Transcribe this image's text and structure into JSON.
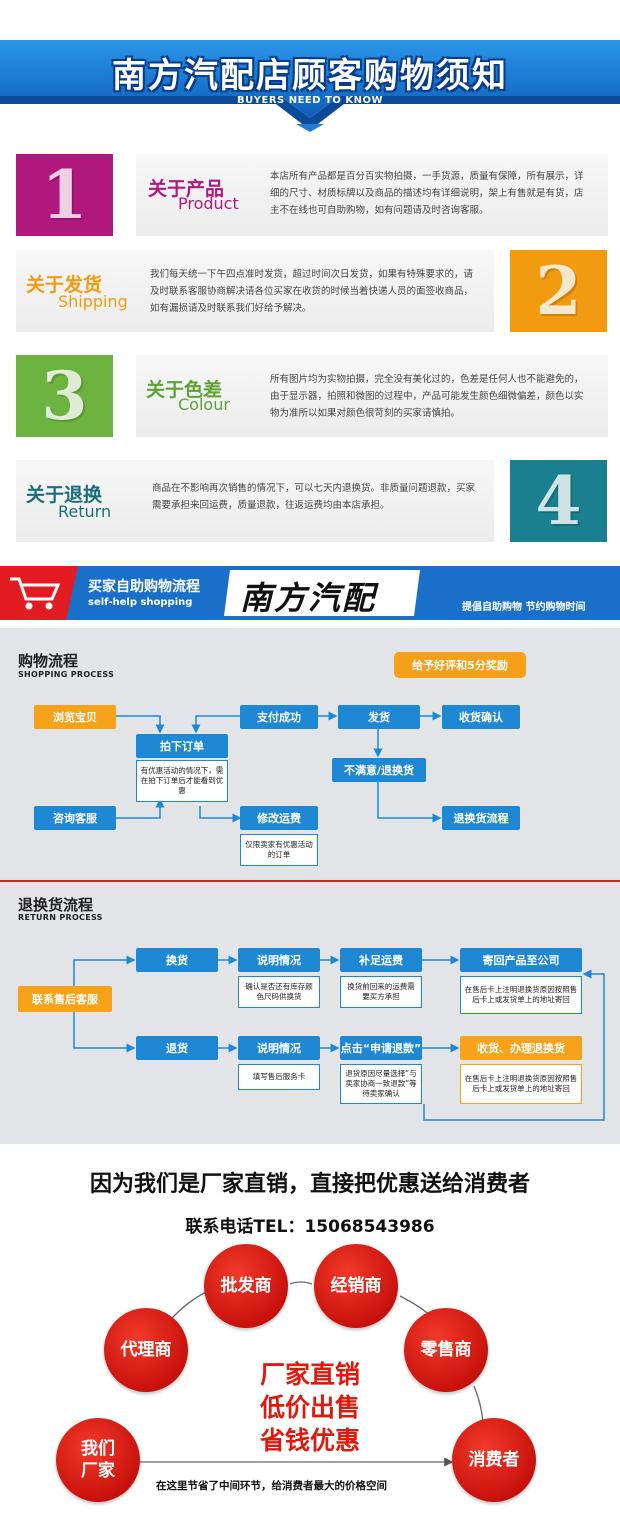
{
  "banner": {
    "title": "南方汽配店顾客购物须知",
    "subtitle": "BUYERS NEED TO KNOW"
  },
  "notices": [
    {
      "num": "1",
      "cn": "关于产品",
      "en": "Product",
      "color": "#b0187e",
      "desc": "本店所有产品都是百分百实物拍摄，一手货源，质量有保障，所有展示，详细的尺寸、材质标牌以及商品的描述均有详细说明，架上有售就是有货，店主不在线也可自助购物，如有问题请及时咨询客服。"
    },
    {
      "num": "2",
      "cn": "关于发货",
      "en": "Shipping",
      "color": "#f29b10",
      "desc": "我们每天统一下午四点准时发货，超过时间次日发货，如果有特殊要求的，请及时联系客服协商解决请各位买家在收货的时候当着快递人员的面签收商品，如有漏损请及时联系我们好给予解决。"
    },
    {
      "num": "3",
      "cn": "关于色差",
      "en": "Colour",
      "color": "#6db33f",
      "desc": "所有图片均为实物拍摄，完全没有美化过的，色差是任何人也不能避免的，由于显示器，拍照和微图的过程中，产品可能发生颜色细微偏差，颜色以实物为准所以如果对颜色很苛刻的买家请慎拍。"
    },
    {
      "num": "4",
      "cn": "关于退换",
      "en": "Return",
      "color": "#1a7f8e",
      "desc": "商品在不影响再次销售的情况下，可以七天内退换货。非质量问题退款，买家需要承担来回运费，质量退款，往返运费均由本店承担。"
    }
  ],
  "selfhelp": {
    "cn": "买家自助购物流程",
    "en": "self-help shopping",
    "brand": "南方汽配",
    "slogan": "提倡自助购物 节约购物时间"
  },
  "shopping": {
    "title": "购物流程",
    "en": "SHOPPING PROCESS",
    "reward": "给予好评和5分奖励",
    "browse": "浏览宝贝",
    "consult": "咨询客服",
    "order": "拍下订单",
    "order_note": "有优惠活动的情况下，需在拍下订单后才能看到优惠",
    "pay": "支付成功",
    "modify": "修改运费",
    "modify_note": "仅限卖家有优惠活动的订单",
    "ship": "发货",
    "unsatisfied": "不满意/退换货",
    "receive": "收货确认",
    "return_flow": "退换货流程"
  },
  "returns": {
    "title": "退换货流程",
    "en": "RETURN PROCESS",
    "contact": "联系售后客服",
    "exchange": "换货",
    "explain1": "说明情况",
    "explain1_note": "确认是否还有库存颜色尺码供换货",
    "supplement": "补足运费",
    "supplement_note": "换货前回来的运费需要买方承担",
    "sendback1": "寄回产品至公司",
    "sendback1_note": "在售后卡上注明退换货原因按照售后卡上或发货单上的地址寄回",
    "refund": "退货",
    "explain2": "说明情况",
    "explain2_note": "填写售后服务卡",
    "apply": "点击“申请退款”",
    "apply_note": "退货原因尽量选择“与卖家协商一致退款”等待卖家确认",
    "receive_return": "收货、办理退换货",
    "sendback2_note": "在售后卡上注明退换货原因按照售后卡上或发货单上的地址寄回"
  },
  "bottom": {
    "headline": "因为我们是厂家直销，直接把优惠送给消费者",
    "phone": "联系电话TEL：15068543986",
    "circles": {
      "wholesaler": "批发商",
      "distributor": "经销商",
      "agent": "代理商",
      "retailer": "零售商",
      "factory_l1": "我们",
      "factory_l2": "厂家",
      "consumer": "消费者"
    },
    "slogan_lines": [
      "厂家直销",
      "低价出售",
      "省钱优惠"
    ],
    "caption": "在这里节省了中间环节，给消费者最大的价格空间"
  },
  "colors": {
    "banner_blue": "#1f7fd4",
    "flow_blue": "#1e88d4",
    "flow_orange": "#f7a21b",
    "circle_red": "#d41a12"
  }
}
